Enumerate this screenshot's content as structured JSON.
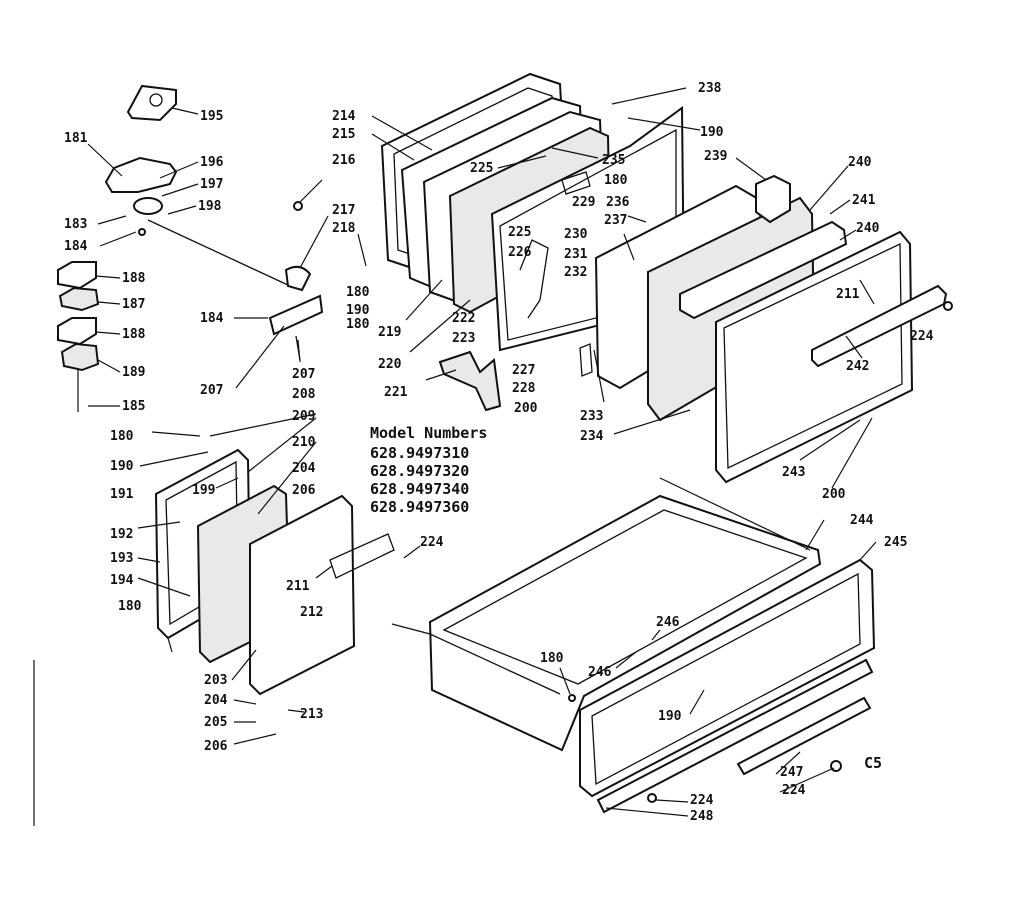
{
  "diagram": {
    "model_heading": "Model Numbers",
    "model_numbers": [
      "628.9497310",
      "628.9497320",
      "628.9497340",
      "628.9497360"
    ],
    "page_code": "C5",
    "callouts": [
      {
        "id": "c181",
        "text": "181"
      },
      {
        "id": "c195",
        "text": "195"
      },
      {
        "id": "c196",
        "text": "196"
      },
      {
        "id": "c197",
        "text": "197"
      },
      {
        "id": "c198",
        "text": "198"
      },
      {
        "id": "c183",
        "text": "183"
      },
      {
        "id": "c184a",
        "text": "184"
      },
      {
        "id": "c188a",
        "text": "188"
      },
      {
        "id": "c187",
        "text": "187"
      },
      {
        "id": "c188b",
        "text": "188"
      },
      {
        "id": "c189",
        "text": "189"
      },
      {
        "id": "c185",
        "text": "185"
      },
      {
        "id": "c184b",
        "text": "184"
      },
      {
        "id": "c207a",
        "text": "207"
      },
      {
        "id": "c207b",
        "text": "207"
      },
      {
        "id": "c208",
        "text": "208"
      },
      {
        "id": "c180a",
        "text": "180"
      },
      {
        "id": "c190a",
        "text": "190"
      },
      {
        "id": "c180b",
        "text": "180"
      },
      {
        "id": "c214",
        "text": "214"
      },
      {
        "id": "c215",
        "text": "215"
      },
      {
        "id": "c216",
        "text": "216"
      },
      {
        "id": "c217",
        "text": "217"
      },
      {
        "id": "c218",
        "text": "218"
      },
      {
        "id": "c219",
        "text": "219"
      },
      {
        "id": "c220",
        "text": "220"
      },
      {
        "id": "c221",
        "text": "221"
      },
      {
        "id": "c222",
        "text": "222"
      },
      {
        "id": "c223",
        "text": "223"
      },
      {
        "id": "c225a",
        "text": "225"
      },
      {
        "id": "c225b",
        "text": "225"
      },
      {
        "id": "c226",
        "text": "226"
      },
      {
        "id": "c235",
        "text": "235"
      },
      {
        "id": "c180c",
        "text": "180"
      },
      {
        "id": "c229",
        "text": "229"
      },
      {
        "id": "c230",
        "text": "230"
      },
      {
        "id": "c231",
        "text": "231"
      },
      {
        "id": "c232",
        "text": "232"
      },
      {
        "id": "c227",
        "text": "227"
      },
      {
        "id": "c228",
        "text": "228"
      },
      {
        "id": "c200a",
        "text": "200"
      },
      {
        "id": "c233",
        "text": "233"
      },
      {
        "id": "c234",
        "text": "234"
      },
      {
        "id": "c238",
        "text": "238"
      },
      {
        "id": "c190b",
        "text": "190"
      },
      {
        "id": "c239",
        "text": "239"
      },
      {
        "id": "c236",
        "text": "236"
      },
      {
        "id": "c237",
        "text": "237"
      },
      {
        "id": "c240a",
        "text": "240"
      },
      {
        "id": "c241",
        "text": "241"
      },
      {
        "id": "c240b",
        "text": "240"
      },
      {
        "id": "c211a",
        "text": "211"
      },
      {
        "id": "c224a",
        "text": "224"
      },
      {
        "id": "c242",
        "text": "242"
      },
      {
        "id": "c243",
        "text": "243"
      },
      {
        "id": "c200b",
        "text": "200"
      },
      {
        "id": "c180d",
        "text": "180"
      },
      {
        "id": "c190c",
        "text": "190"
      },
      {
        "id": "c209",
        "text": "209"
      },
      {
        "id": "c210",
        "text": "210"
      },
      {
        "id": "c191",
        "text": "191"
      },
      {
        "id": "c199",
        "text": "199"
      },
      {
        "id": "c204a",
        "text": "204"
      },
      {
        "id": "c206a",
        "text": "206"
      },
      {
        "id": "c192",
        "text": "192"
      },
      {
        "id": "c193",
        "text": "193"
      },
      {
        "id": "c194",
        "text": "194"
      },
      {
        "id": "c180e",
        "text": "180"
      },
      {
        "id": "c211b",
        "text": "211"
      },
      {
        "id": "c212",
        "text": "212"
      },
      {
        "id": "c224b",
        "text": "224"
      },
      {
        "id": "c203",
        "text": "203"
      },
      {
        "id": "c204b",
        "text": "204"
      },
      {
        "id": "c213",
        "text": "213"
      },
      {
        "id": "c205",
        "text": "205"
      },
      {
        "id": "c206b",
        "text": "206"
      },
      {
        "id": "c244",
        "text": "244"
      },
      {
        "id": "c245",
        "text": "245"
      },
      {
        "id": "c246a",
        "text": "246"
      },
      {
        "id": "c246b",
        "text": "246"
      },
      {
        "id": "c180f",
        "text": "180"
      },
      {
        "id": "c190d",
        "text": "190"
      },
      {
        "id": "c247",
        "text": "247"
      },
      {
        "id": "c224c",
        "text": "224"
      },
      {
        "id": "c224d",
        "text": "224"
      },
      {
        "id": "c248",
        "text": "248"
      }
    ]
  }
}
